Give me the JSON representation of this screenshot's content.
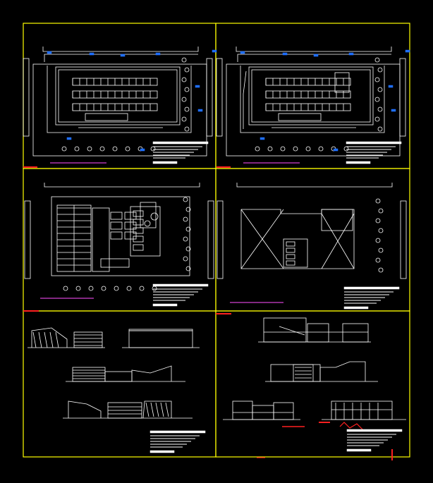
{
  "drawing": {
    "background": "#000000",
    "colors": {
      "sheet_border": "#ffff00",
      "linework": "#ffffff",
      "accent_blue": "#1e6fff",
      "accent_red": "#ff2020",
      "accent_magenta": "#d040d0",
      "accent_cyan": "#00c8c8"
    },
    "sheets": [
      {
        "id": "site-plan-a",
        "kind": "site-plan-parking"
      },
      {
        "id": "site-plan-b",
        "kind": "site-plan-parking-variant"
      },
      {
        "id": "ground-floor-plan",
        "kind": "floor-plan"
      },
      {
        "id": "roof-plan",
        "kind": "roof-plan"
      },
      {
        "id": "elevations-a",
        "kind": "elevations"
      },
      {
        "id": "elevations-b",
        "kind": "sections"
      }
    ]
  }
}
